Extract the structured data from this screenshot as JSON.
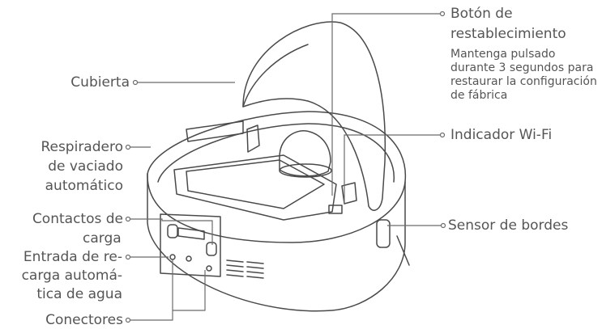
{
  "diagram": {
    "left_labels": {
      "cover": "Cubierta",
      "vent_line1": "Respiradero",
      "vent_line2": "de vaciado",
      "vent_line3": "automático",
      "contacts_line1": "Contactos de",
      "contacts_line2": "carga",
      "water_line1": "Entrada de re-",
      "water_line2": "carga automá-",
      "water_line3": "tica de agua",
      "connectors": "Conectores"
    },
    "right_labels": {
      "reset_line1": "Botón de",
      "reset_line2": "restablecimiento",
      "reset_note_line1": "Mantenga pulsado",
      "reset_note_line2": "durante 3 segundos para",
      "reset_note_line3": "restaurar la configuración",
      "reset_note_line4": "de fábrica",
      "wifi": "Indicador Wi-Fi",
      "edge_sensor": "Sensor de bordes"
    },
    "colors": {
      "text": "#555555",
      "line": "#6b6b6b",
      "outline": "#4a4a4a"
    }
  }
}
